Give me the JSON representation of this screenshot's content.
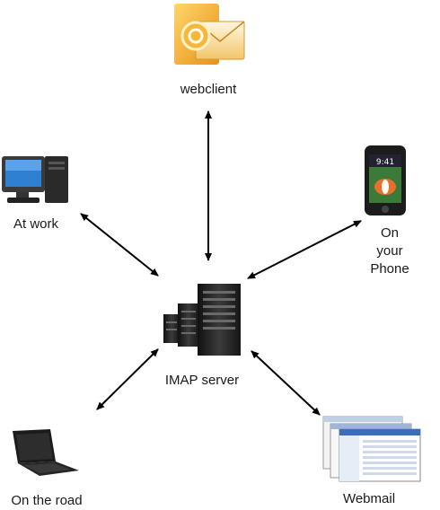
{
  "diagram": {
    "nodes": {
      "webclient": {
        "label": "webclient",
        "icon": "email-client-icon"
      },
      "at_work": {
        "label": "At work",
        "icon": "desktop-computer-icon"
      },
      "phone": {
        "label_lines": [
          "On",
          "your",
          "Phone"
        ],
        "icon": "smartphone-icon"
      },
      "server": {
        "label": "IMAP server",
        "icon": "server-rack-icon"
      },
      "road": {
        "label": "On the road",
        "icon": "laptop-icon"
      },
      "webmail": {
        "label": "Webmail",
        "icon": "webmail-screens-icon"
      }
    },
    "connections": [
      {
        "from": "server",
        "to": "webclient",
        "style": "bidirectional"
      },
      {
        "from": "server",
        "to": "at_work",
        "style": "bidirectional"
      },
      {
        "from": "server",
        "to": "phone",
        "style": "bidirectional"
      },
      {
        "from": "server",
        "to": "road",
        "style": "bidirectional"
      },
      {
        "from": "server",
        "to": "webmail",
        "style": "bidirectional"
      }
    ],
    "colors": {
      "arrow": "#000000",
      "outlook_orange": "#f2a623",
      "screen_blue": "#3a8fd6"
    }
  }
}
